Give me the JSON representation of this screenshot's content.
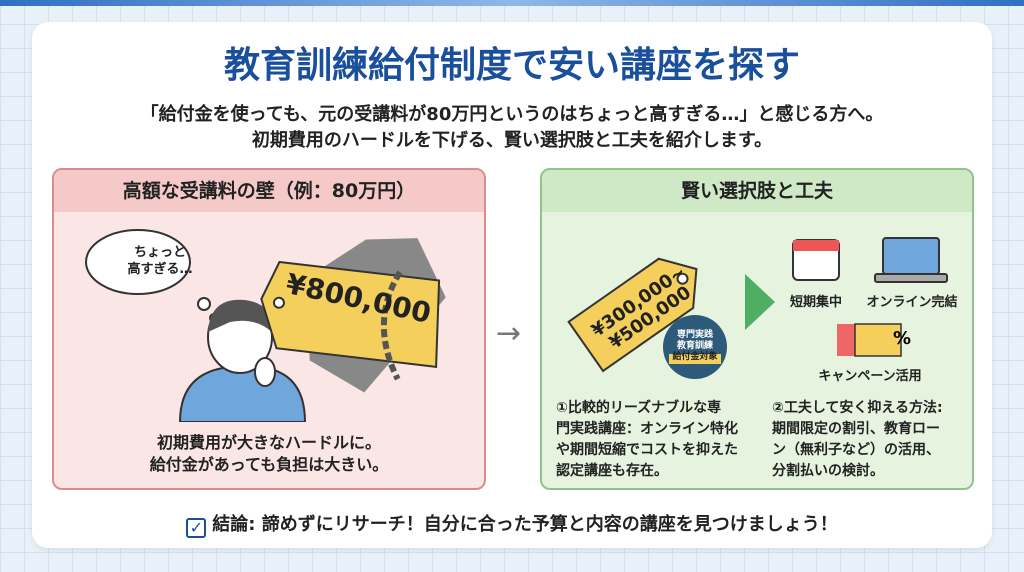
{
  "title": "教育訓練給付制度で安い講座を探す",
  "subtitle": [
    "「給付金を使っても、元の受講料が80万円というのはちょっと高すぎる…」と感じる方へ。",
    "初期費用のハードルを下げる、賢い選択肢と工夫を紹介します。"
  ],
  "left": {
    "header": "高額な受講料の壁（例：80万円）",
    "thought": [
      "ちょっと",
      "高すぎる…"
    ],
    "price": "¥800,000",
    "caption": [
      "初期費用が大きなハードルに。",
      "給付金があっても負担は大きい。"
    ]
  },
  "right": {
    "header": "賢い選択肢と工夫",
    "price": [
      "¥300,000~",
      "¥500,000"
    ],
    "badge": [
      "専門実践",
      "教育訓練",
      "給付金対象"
    ],
    "icons": [
      {
        "icon": "calendar-icon",
        "label": "短期集中"
      },
      {
        "icon": "laptop-icon",
        "label": "オンライン完結"
      },
      {
        "icon": "coupon-icon",
        "label": "キャンペーン活用"
      }
    ],
    "coupon_symbol": "%",
    "point1": [
      "①比較的リーズナブルな専",
      "門実践講座：オンライン特化",
      "や期間短縮でコストを抑えた",
      "認定講座も存在。"
    ],
    "point2": [
      "②工夫して安く抑える方法:",
      "期間限定の割引、教育ロー",
      "ン（無利子など）の活用、",
      "分割払いの検討。"
    ]
  },
  "conclusion": "結論: 諦めずにリサーチ！自分に合った予算と内容の講座を見つけましょう！"
}
